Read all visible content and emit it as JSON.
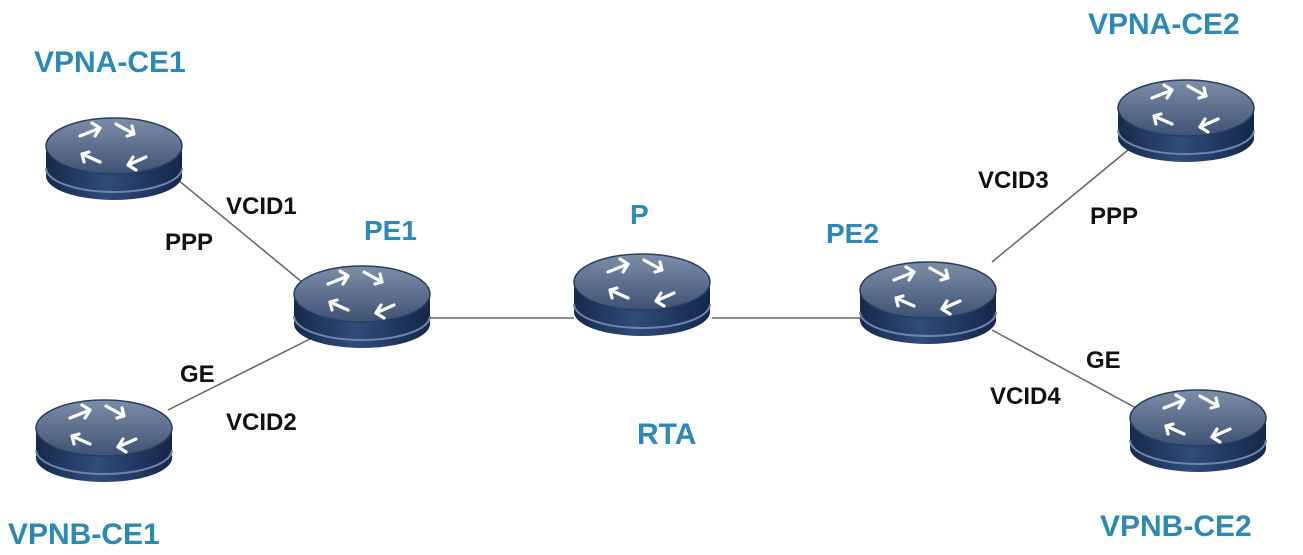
{
  "diagram": {
    "colors": {
      "device_label": "#2b8ab8",
      "link_label": "#111111",
      "link_line": "#666666",
      "router_top": "#5a6c8a",
      "router_body": "#1d3356"
    },
    "nodes": {
      "vpna_ce1": {
        "label": "VPNA-CE1",
        "icon": "router-icon"
      },
      "vpnb_ce1": {
        "label": "VPNB-CE1",
        "icon": "router-icon"
      },
      "pe1": {
        "label": "PE1",
        "icon": "router-icon"
      },
      "p": {
        "label": "P",
        "sublabel": "RTA",
        "icon": "router-icon"
      },
      "pe2": {
        "label": "PE2",
        "icon": "router-icon"
      },
      "vpna_ce2": {
        "label": "VPNA-CE2",
        "icon": "router-icon"
      },
      "vpnb_ce2": {
        "label": "VPNB-CE2",
        "icon": "router-icon"
      }
    },
    "links": {
      "vpna_ce1_pe1": {
        "vcid": "VCID1",
        "type": "PPP"
      },
      "vpnb_ce1_pe1": {
        "vcid": "VCID2",
        "type": "GE"
      },
      "pe2_vpna_ce2": {
        "vcid": "VCID3",
        "type": "PPP"
      },
      "pe2_vpnb_ce2": {
        "vcid": "VCID4",
        "type": "GE"
      }
    }
  }
}
